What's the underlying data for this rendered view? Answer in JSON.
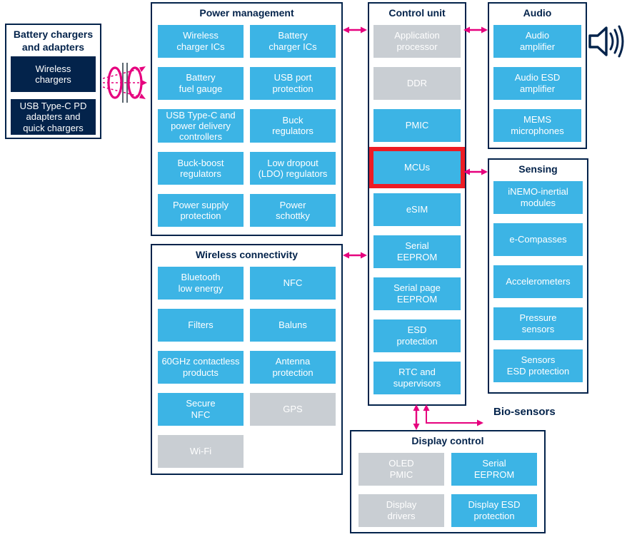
{
  "colors": {
    "block_blue": "#3cb4e5",
    "block_gray": "#c9ced3",
    "navy": "#03234b",
    "arrow_pink": "#e6007e",
    "highlight_red": "#ed1c24"
  },
  "icons": {
    "charging": "wireless-charging-coils-icon",
    "speaker": "speaker-sound-waves-icon"
  },
  "groups": {
    "battery": {
      "title": "Battery chargers\nand adapters",
      "items": [
        {
          "label": "Wireless\nchargers",
          "variant": "navy"
        },
        {
          "label": "USB Type-C PD\nadapters and\nquick chargers",
          "variant": "navy"
        }
      ]
    },
    "power": {
      "title": "Power management",
      "items": [
        {
          "label": "Wireless\ncharger ICs",
          "variant": "blue"
        },
        {
          "label": "Battery\ncharger ICs",
          "variant": "blue"
        },
        {
          "label": "Battery\nfuel gauge",
          "variant": "blue"
        },
        {
          "label": "USB port\nprotection",
          "variant": "blue"
        },
        {
          "label": "USB Type-C and\npower delivery\ncontrollers",
          "variant": "blue"
        },
        {
          "label": "Buck\nregulators",
          "variant": "blue"
        },
        {
          "label": "Buck-boost\nregulators",
          "variant": "blue"
        },
        {
          "label": "Low dropout\n(LDO) regulators",
          "variant": "blue"
        },
        {
          "label": "Power supply\nprotection",
          "variant": "blue"
        },
        {
          "label": "Power\nschottky",
          "variant": "blue"
        }
      ]
    },
    "wireless": {
      "title": "Wireless connectivity",
      "items": [
        {
          "label": "Bluetooth\nlow energy",
          "variant": "blue"
        },
        {
          "label": "NFC",
          "variant": "blue"
        },
        {
          "label": "Filters",
          "variant": "blue"
        },
        {
          "label": "Baluns",
          "variant": "blue"
        },
        {
          "label": "60GHz contactless\nproducts",
          "variant": "blue"
        },
        {
          "label": "Antenna\nprotection",
          "variant": "blue"
        },
        {
          "label": "Secure\nNFC",
          "variant": "blue"
        },
        {
          "label": "GPS",
          "variant": "gray"
        },
        {
          "label": "Wi-Fi",
          "variant": "gray"
        }
      ]
    },
    "control": {
      "title": "Control unit",
      "items": [
        {
          "label": "Application\nprocessor",
          "variant": "gray"
        },
        {
          "label": "DDR",
          "variant": "gray"
        },
        {
          "label": "PMIC",
          "variant": "blue"
        },
        {
          "label": "MCUs",
          "variant": "blue",
          "highlighted": true
        },
        {
          "label": "eSIM",
          "variant": "blue"
        },
        {
          "label": "Serial\nEEPROM",
          "variant": "blue"
        },
        {
          "label": "Serial page\nEEPROM",
          "variant": "blue"
        },
        {
          "label": "ESD\nprotection",
          "variant": "blue"
        },
        {
          "label": "RTC and\nsupervisors",
          "variant": "blue"
        }
      ]
    },
    "audio": {
      "title": "Audio",
      "items": [
        {
          "label": "Audio\namplifier",
          "variant": "blue"
        },
        {
          "label": "Audio ESD\namplifier",
          "variant": "blue"
        },
        {
          "label": "MEMS\nmicrophones",
          "variant": "blue"
        }
      ]
    },
    "sensing": {
      "title": "Sensing",
      "items": [
        {
          "label": "iNEMO-inertial\nmodules",
          "variant": "blue"
        },
        {
          "label": "e-Compasses",
          "variant": "blue"
        },
        {
          "label": "Accelerometers",
          "variant": "blue"
        },
        {
          "label": "Pressure\nsensors",
          "variant": "blue"
        },
        {
          "label": "Sensors\nESD protection",
          "variant": "blue"
        }
      ]
    },
    "display": {
      "title": "Display control",
      "items": [
        {
          "label": "OLED\nPMIC",
          "variant": "gray"
        },
        {
          "label": "Serial\nEEPROM",
          "variant": "blue"
        },
        {
          "label": "Display\ndrivers",
          "variant": "gray"
        },
        {
          "label": "Display ESD\nprotection",
          "variant": "blue"
        }
      ]
    }
  },
  "labels": {
    "bio_sensors": "Bio-sensors"
  }
}
